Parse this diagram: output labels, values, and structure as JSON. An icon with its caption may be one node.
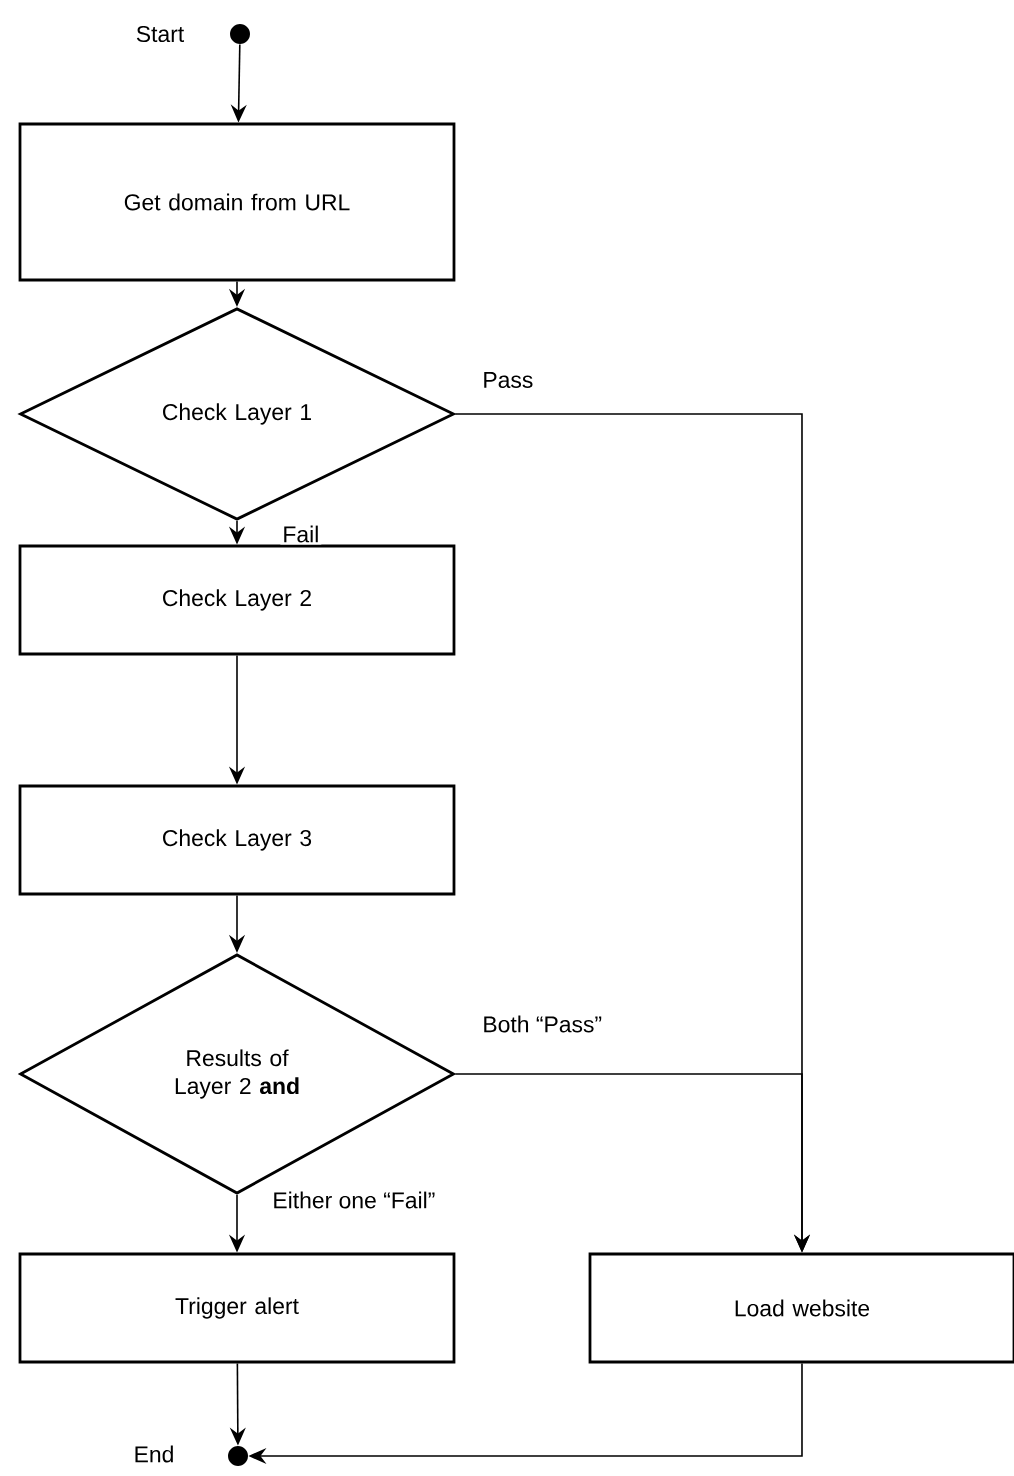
{
  "diagram": {
    "nodes": [
      {
        "text": [],
        "shape": "circle",
        "beside": [
          "Start"
        ]
      },
      {
        "text": [
          "Get domain from URL"
        ]
      },
      {
        "text": [
          "Check Layer 1"
        ]
      },
      {
        "text": [
          "Check Layer 2"
        ]
      },
      {
        "text": [
          "Check Layer 3"
        ]
      },
      {
        "text": [
          "Results of Layer 2 **and**"
        ]
      },
      {
        "text": [
          "Trigger alert"
        ]
      },
      {
        "text": [
          "Load website"
        ]
      },
      {
        "text": [],
        "shape": "circle",
        "beside": [
          "End"
        ]
      }
    ],
    "edges": [
      {
        "from": 0,
        "to": 1,
        "arrow": "to"
      },
      {
        "from": 1,
        "to": 2,
        "arrow": "to"
      },
      {
        "from": 2,
        "to": 3,
        "arrow": "to",
        "label": "Fail"
      },
      {
        "from": 2,
        "to": 7,
        "arrow": "to",
        "label": "Pass"
      },
      {
        "from": 3,
        "to": 4,
        "arrow": "to"
      },
      {
        "from": 4,
        "to": 5,
        "arrow": "to"
      },
      {
        "from": 5,
        "to": 7,
        "arrow": "to",
        "label": "Both “Pass”"
      },
      {
        "from": 5,
        "to": 6,
        "arrow": "to",
        "label": "Either one “Fail”"
      },
      {
        "from": 6,
        "to": 8,
        "arrow": "to"
      },
      {
        "from": 7,
        "to": 8,
        "arrow": "to"
      }
    ]
  }
}
